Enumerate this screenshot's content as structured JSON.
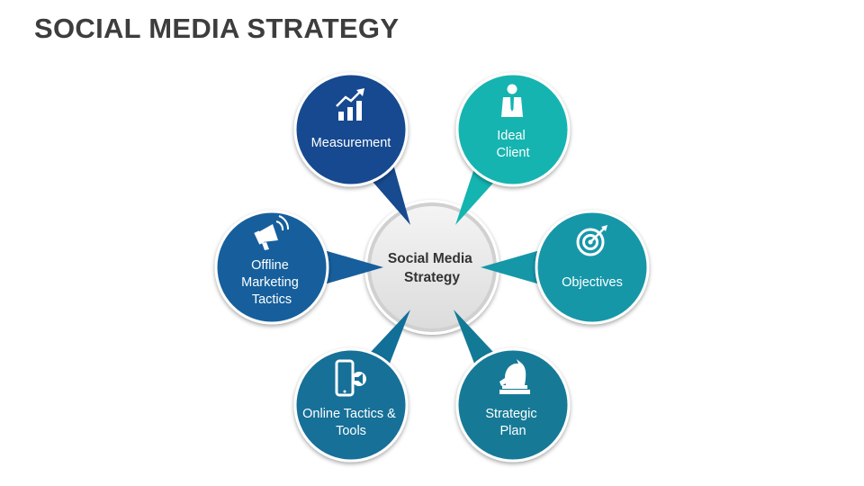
{
  "title": "SOCIAL MEDIA STRATEGY",
  "center": {
    "lines": [
      "Social Media",
      "Strategy"
    ]
  },
  "nodes": [
    {
      "id": "measurement",
      "lines": [
        "Measurement"
      ],
      "color": "#174a8f",
      "icon": "growth-chart-icon"
    },
    {
      "id": "ideal-client",
      "lines": [
        "Ideal",
        "Client"
      ],
      "color": "#14b4b0",
      "icon": "businessman-icon"
    },
    {
      "id": "objectives",
      "lines": [
        "Objectives"
      ],
      "color": "#1597a8",
      "icon": "target-icon"
    },
    {
      "id": "strategic-plan",
      "lines": [
        "Strategic",
        "Plan"
      ],
      "color": "#137a96",
      "icon": "chess-knight-icon"
    },
    {
      "id": "online-tactics",
      "lines": [
        "Online Tactics &",
        "Tools"
      ],
      "color": "#126f98",
      "icon": "mobile-megaphone-icon"
    },
    {
      "id": "offline-tactics",
      "lines": [
        "Offline",
        "Marketing",
        "Tactics"
      ],
      "color": "#165e9c",
      "icon": "megaphone-icon"
    }
  ]
}
